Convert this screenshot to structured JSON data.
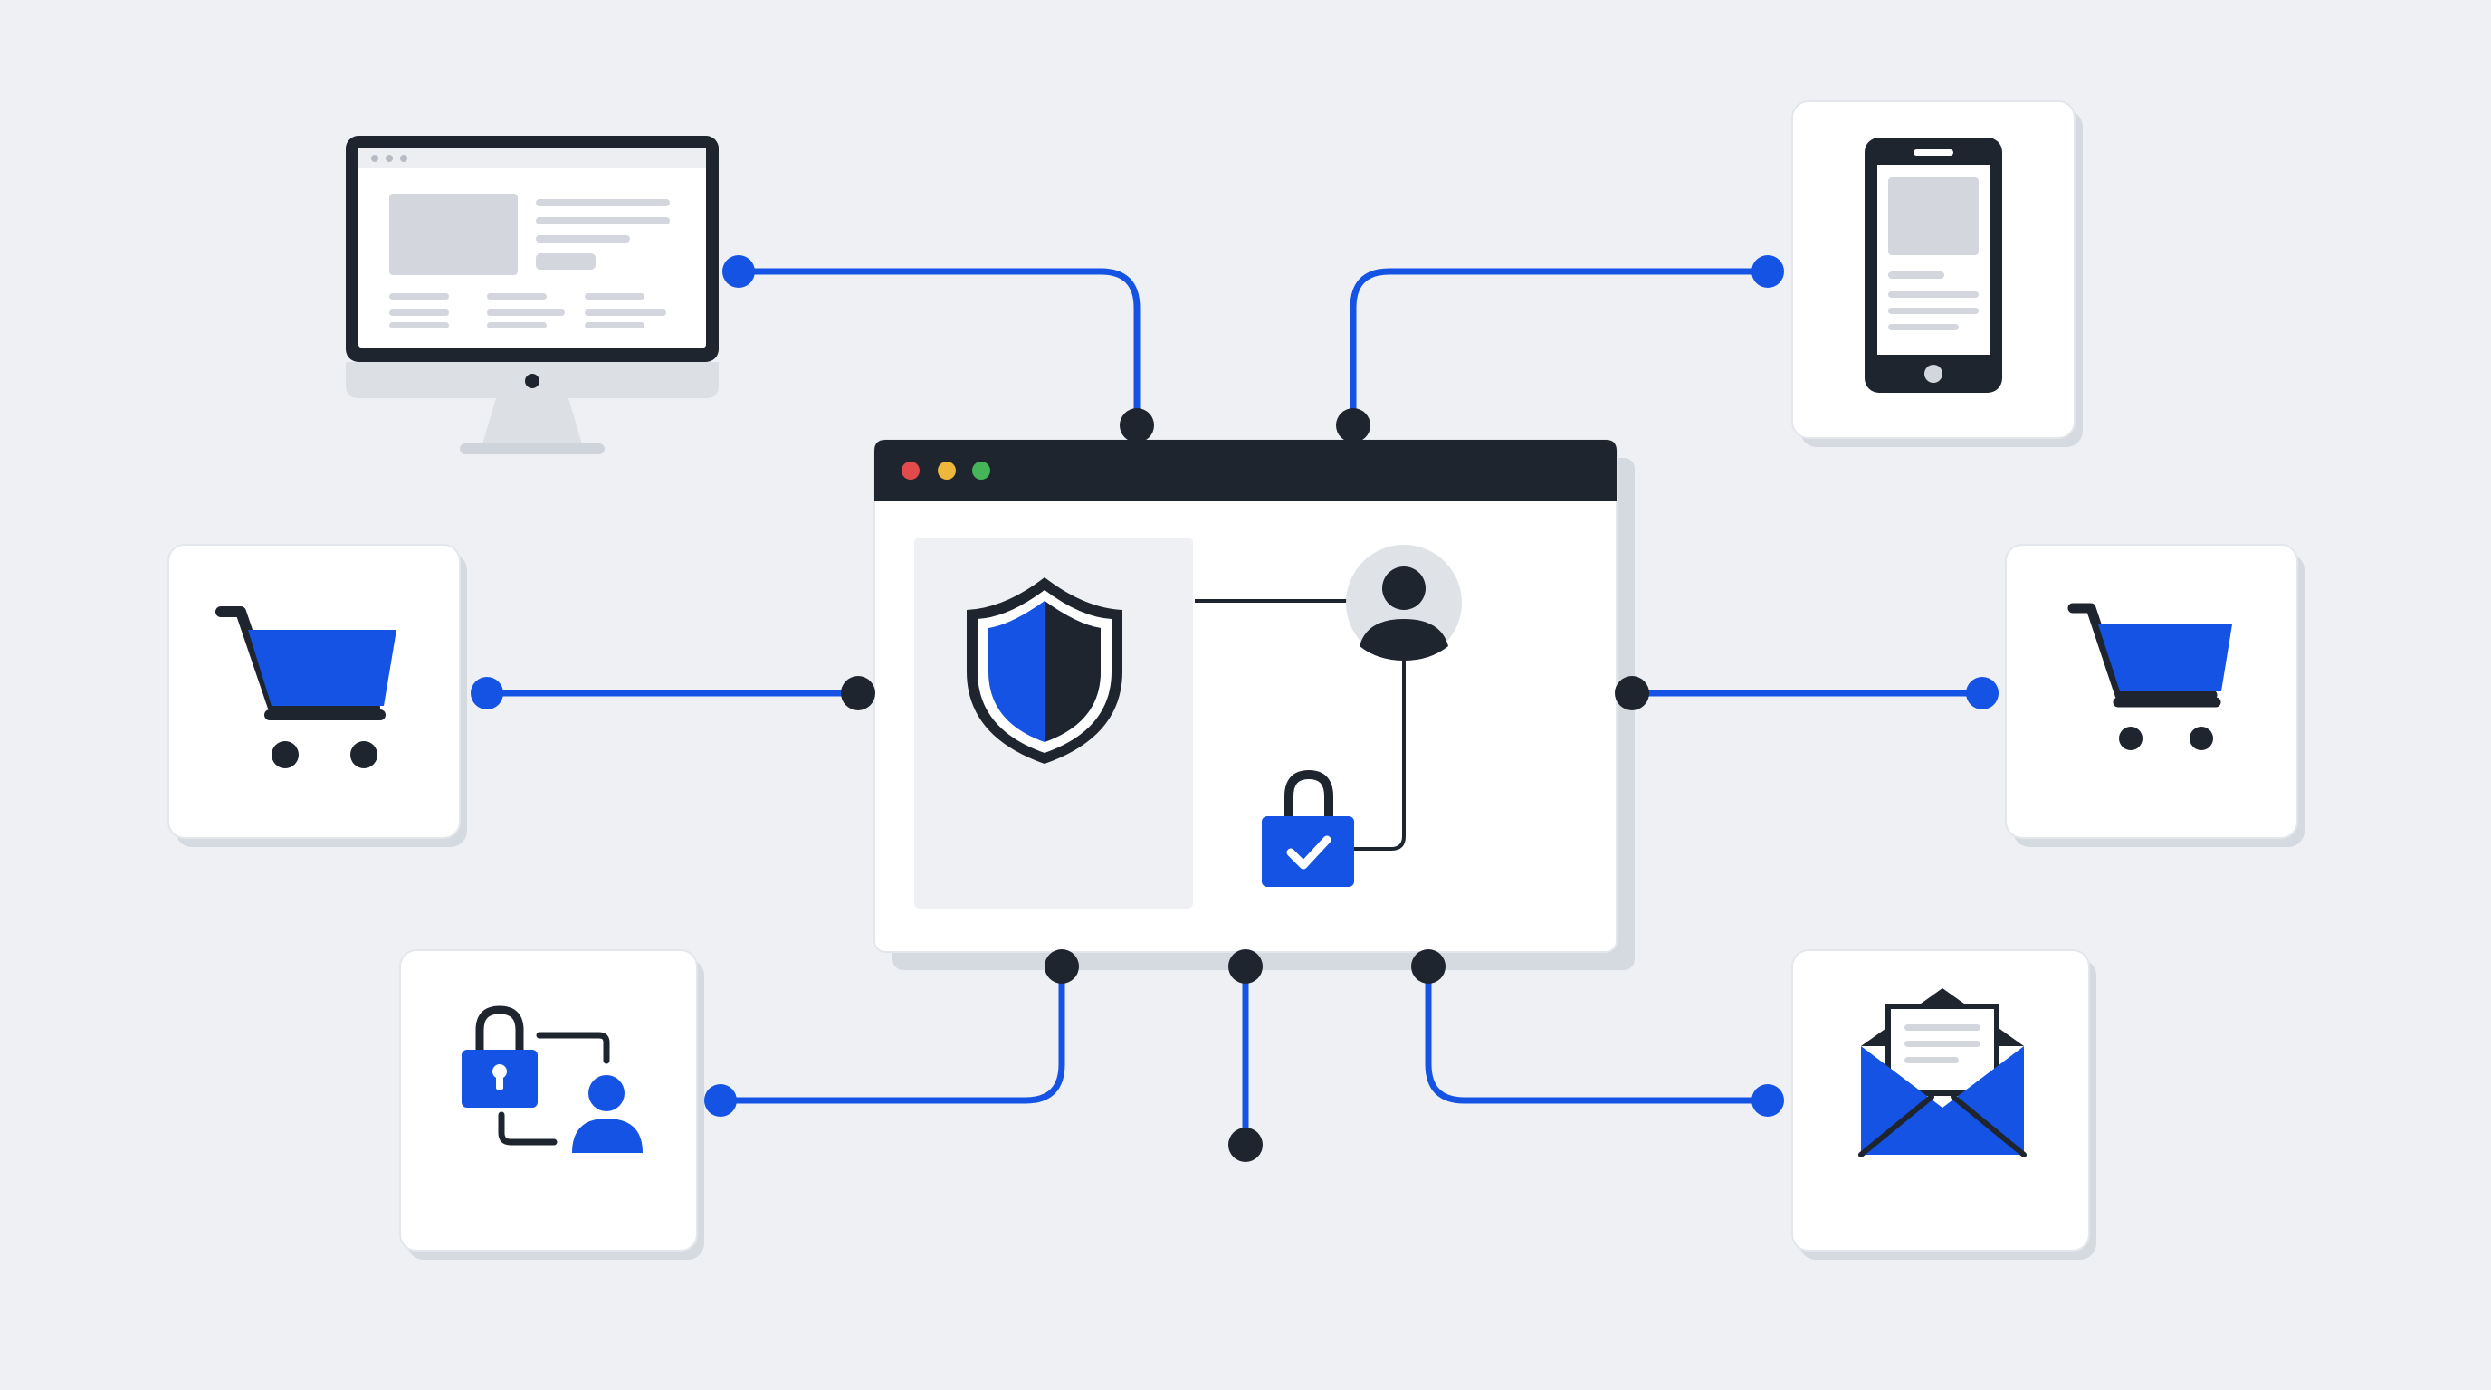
{
  "colors": {
    "background": "#eef0f4",
    "accent_blue": "#1453e4",
    "dark": "#1f252e",
    "card": "#ffffff",
    "card_shadow": "#d5d9e0",
    "placeholder_gray": "#d3d7dd",
    "traffic_red": "#e24b4b",
    "traffic_yellow": "#efb63c",
    "traffic_green": "#45b55a"
  },
  "hub": {
    "type": "browser-window",
    "content": [
      "shield-icon",
      "user-avatar-icon",
      "padlock-check-icon"
    ]
  },
  "nodes": [
    {
      "id": "desktop",
      "icon": "desktop-monitor-icon"
    },
    {
      "id": "smartphone",
      "icon": "smartphone-icon"
    },
    {
      "id": "cart-left",
      "icon": "shopping-cart-icon"
    },
    {
      "id": "cart-right",
      "icon": "shopping-cart-icon"
    },
    {
      "id": "access",
      "icon": "lock-user-access-icon"
    },
    {
      "id": "email",
      "icon": "envelope-icon"
    }
  ]
}
